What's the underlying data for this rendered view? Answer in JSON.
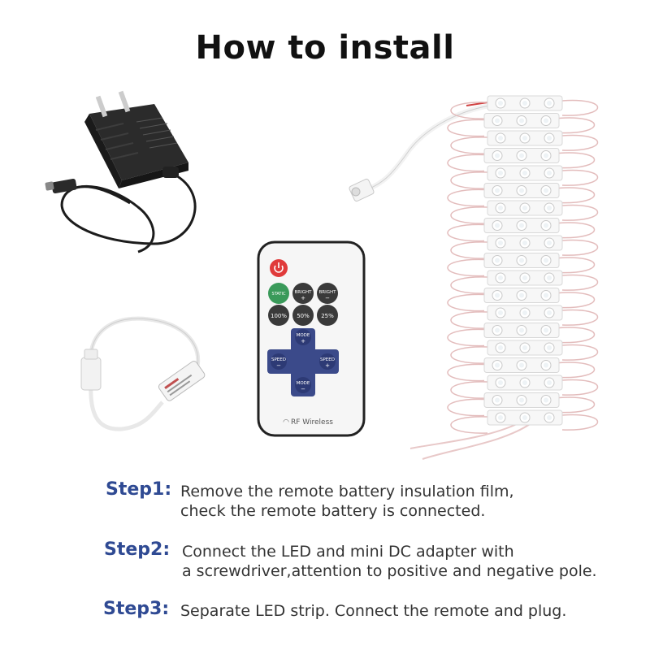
{
  "title": "How to install",
  "remote": {
    "buttons": {
      "static": "STATIC",
      "bright_up": "BRIGHT",
      "bright_down": "BRIGHT",
      "p100": "100%",
      "p50": "50%",
      "p25": "25%",
      "mode_up": "MODE",
      "mode_down": "MODE",
      "speed_left": "SPEED",
      "speed_right": "SPEED"
    },
    "footer": "RF Wireless"
  },
  "steps": [
    {
      "label": "Step1:",
      "lines": [
        "Remove the remote battery insulation film,",
        "check the remote battery is connected."
      ]
    },
    {
      "label": "Step2:",
      "lines": [
        "Connect the LED and mini DC adapter with",
        "a screwdriver,attention to positive and negative pole."
      ]
    },
    {
      "label": "Step3:",
      "lines": [
        "Separate LED strip. Connect the remote and plug."
      ]
    }
  ],
  "colors": {
    "step_label": "#2f4a93",
    "remote_power": "#e03a3a",
    "remote_static": "#3a9a5a",
    "remote_dpad": "#3b4a8a",
    "adapter": "#2b2b2b"
  }
}
